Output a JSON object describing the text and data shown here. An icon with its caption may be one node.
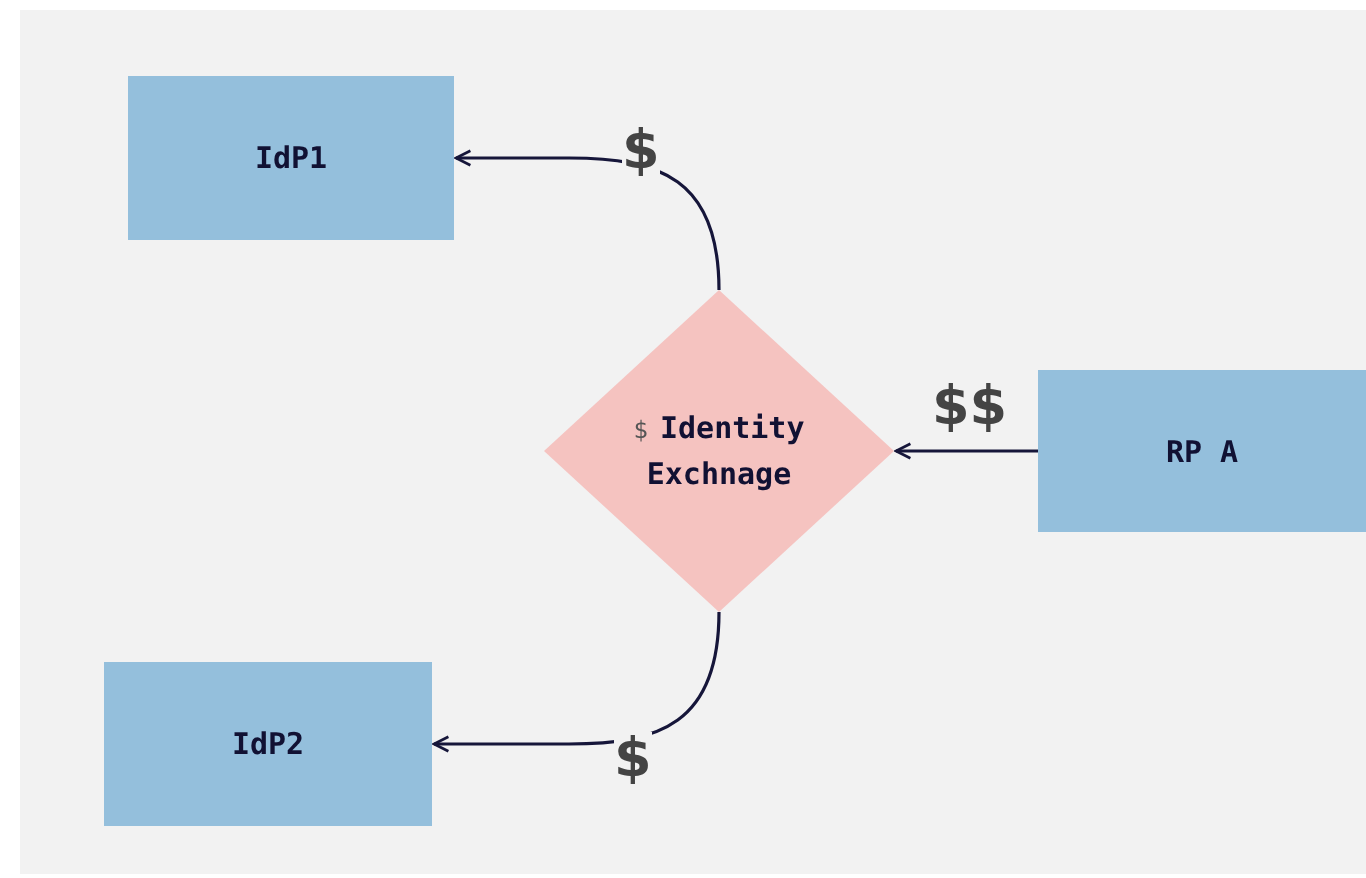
{
  "diagram": {
    "nodes": [
      {
        "text": [
          "IdP1"
        ]
      },
      {
        "text": [
          "$",
          "Identity Exchnage"
        ]
      },
      {
        "text": [
          "RP A"
        ]
      },
      {
        "text": [
          "IdP2"
        ]
      }
    ],
    "edges": [
      {
        "from": 1,
        "to": 0,
        "arrow": "to",
        "label": "$"
      },
      {
        "from": 2,
        "to": 1,
        "arrow": "to",
        "label": "$$"
      },
      {
        "from": 1,
        "to": 3,
        "arrow": "to",
        "label": "$"
      }
    ]
  }
}
